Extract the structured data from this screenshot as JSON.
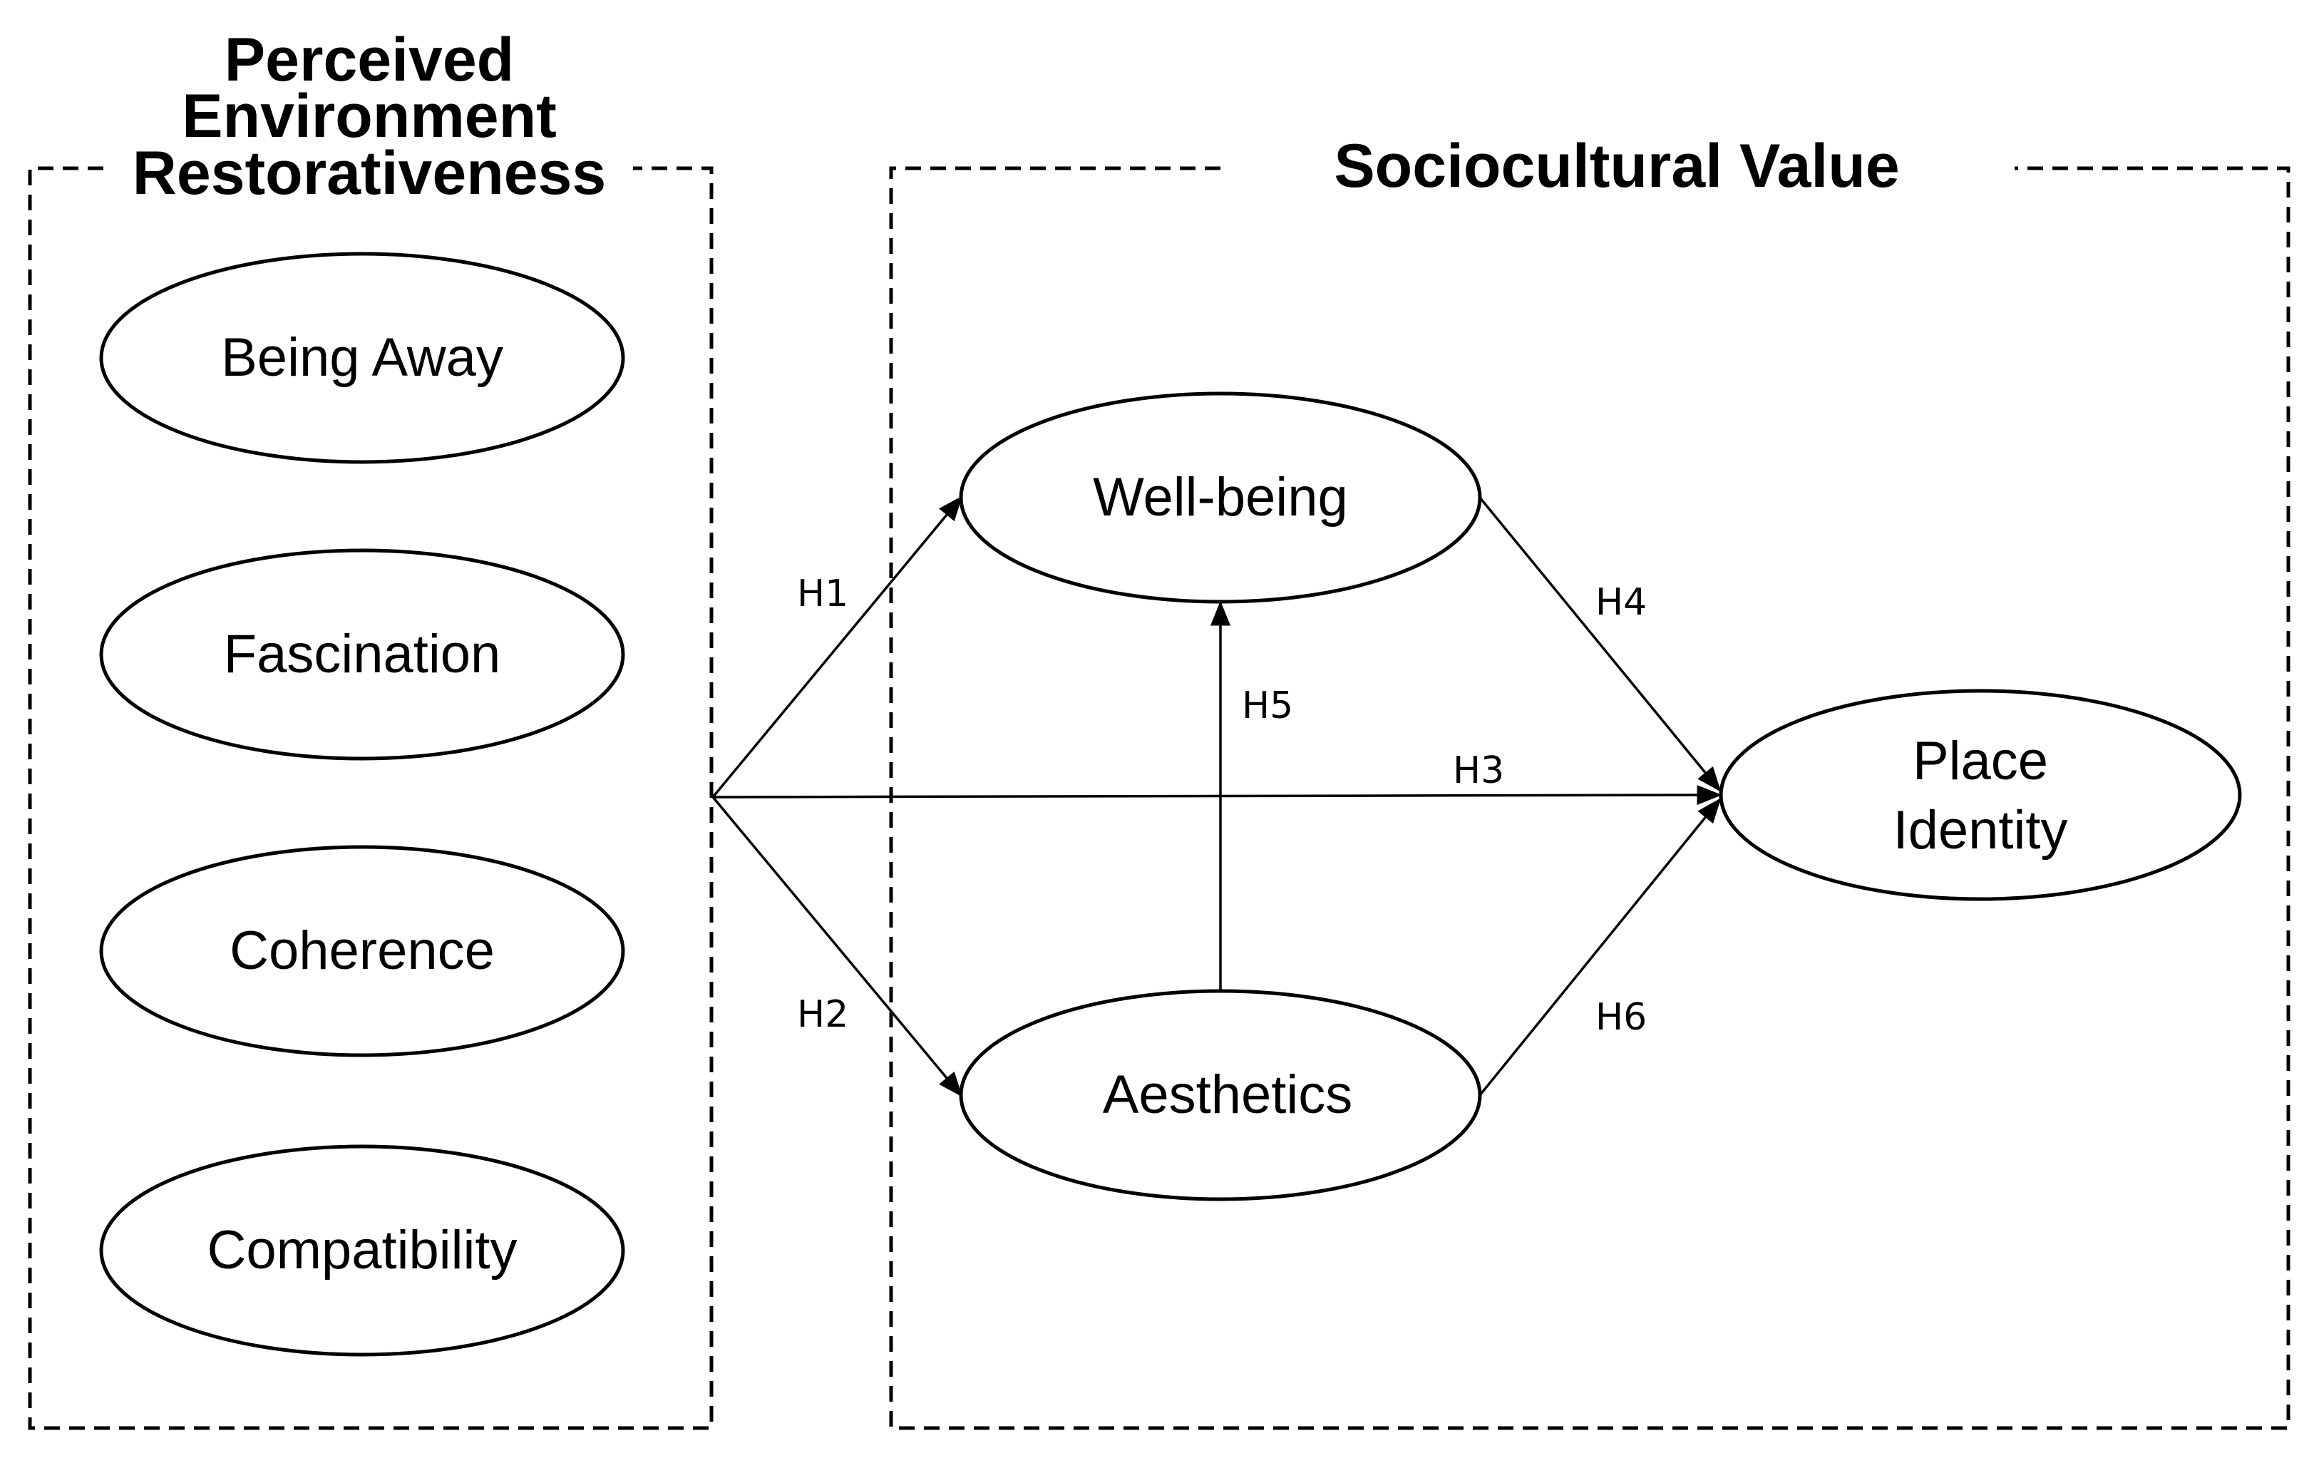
{
  "groups": {
    "left": {
      "title_lines": [
        "Perceived",
        "Environment",
        "Restorativeness"
      ]
    },
    "right": {
      "title": "Sociocultural Value"
    }
  },
  "constructs": {
    "being_away": {
      "label": "Being Away"
    },
    "fascination": {
      "label": "Fascination"
    },
    "coherence": {
      "label": "Coherence"
    },
    "compatibility": {
      "label": "Compatibility"
    },
    "well_being": {
      "label": "Well-being"
    },
    "aesthetics": {
      "label": "Aesthetics"
    },
    "place_identity": {
      "label_lines": [
        "Place",
        "Identity"
      ]
    }
  },
  "hypotheses": {
    "h1": "H1",
    "h2": "H2",
    "h3": "H3",
    "h4": "H4",
    "h5": "H5",
    "h6": "H6"
  },
  "colors": {
    "stroke": "#000000",
    "background": "#ffffff"
  }
}
